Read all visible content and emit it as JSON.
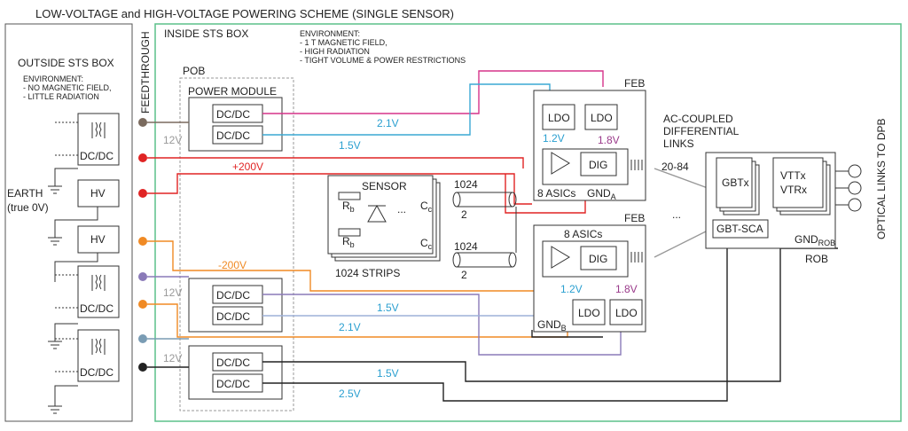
{
  "title": "LOW-VOLTAGE and HIGH-VOLTAGE POWERING SCHEME (SINGLE SENSOR)",
  "outside": {
    "label": "OUTSIDE STS BOX",
    "env_title": "ENVIRONMENT:",
    "env_line1": "- NO MAGNETIC FIELD,",
    "env_line2": "- LITTLE RADIATION",
    "earth_line1": "EARTH",
    "earth_line2": "(true 0V)",
    "dcdc": "DC/DC",
    "hv": "HV"
  },
  "feedthrough": "FEEDTHROUGH",
  "inside": {
    "label": "INSIDE STS BOX",
    "env_title": "ENVIRONMENT:",
    "env_line1": "- 1 T MAGNETIC FIELD,",
    "env_line2": "- HIGH RADIATION",
    "env_line3": "- TIGHT VOLUME & POWER RESTRICTIONS"
  },
  "pob": {
    "label": "POB",
    "power_module": "POWER MODULE",
    "dcdc": "DC/DC",
    "v12": "12V"
  },
  "voltages": {
    "v21": "2.1V",
    "v15": "1.5V",
    "v25": "2.5V",
    "plus200": "+200V",
    "minus200": "-200V"
  },
  "sensor": {
    "label": "SENSOR",
    "rb": "R",
    "rb_sub": "b",
    "cc": "C",
    "cc_sub": "c",
    "strips": "1024 STRIPS",
    "bus_count": "1024",
    "bus_layers": "2"
  },
  "feb": {
    "label": "FEB",
    "ldo": "LDO",
    "dig": "DIG",
    "asics": "8 ASICs",
    "v12": "1.2V",
    "v18": "1.8V",
    "gnd": "GND",
    "gnd_a": "A",
    "gnd_b": "B"
  },
  "links": {
    "line1": "AC-COUPLED",
    "line2": "DIFFERENTIAL",
    "line3": "LINKS",
    "count": "20-84",
    "dots": "..."
  },
  "rob": {
    "label": "ROB",
    "gbtx": "GBTx",
    "vttx": "VTTx",
    "vtrx": "VTRx",
    "gbtsca": "GBT-SCA",
    "gnd": "GND",
    "gnd_sub": "ROB"
  },
  "optical": "OPTICAL LINKS TO DPB",
  "colors": {
    "magenta": "#d6338a",
    "cyan": "#3aa9d4",
    "red": "#e02424",
    "orange": "#f08a24",
    "purple": "#8a7ab8",
    "lightblue": "#9db0d8",
    "brown": "#7a6a5e",
    "steel": "#7a9cb4",
    "green": "#5cc08a",
    "label_cyan": "#2a9fd0",
    "label_purple": "#9a3a8a"
  }
}
